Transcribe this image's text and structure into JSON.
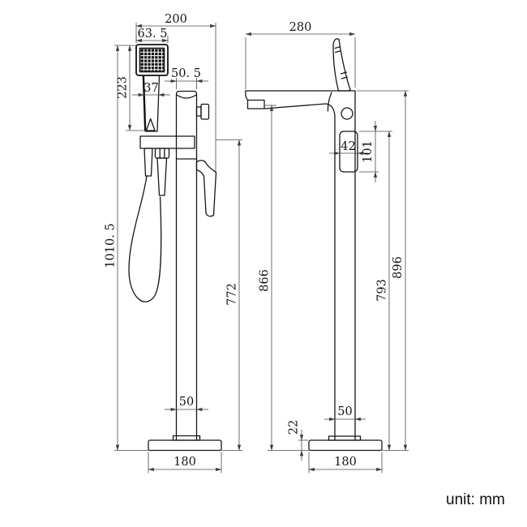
{
  "unit_note": "unit: mm",
  "views": {
    "left": {
      "dims": {
        "overall_depth": "200",
        "head_width": "63. 5",
        "shower_length": "223",
        "handle_width": "37",
        "body_width": "50. 5",
        "overall_height": "1010. 5",
        "riser_height": "772",
        "column_width": "50",
        "base_width": "180"
      }
    },
    "right": {
      "dims": {
        "spout_reach": "280",
        "outlet_height": "866",
        "holder_height": "793",
        "overall_height": "896",
        "holder_width": "42",
        "holder_slot_height": "101",
        "column_width": "50",
        "base_thickness": "22",
        "base_width": "180"
      }
    }
  },
  "colors": {
    "object_line": "#161616",
    "dimension_line": "#4a4a4a",
    "background": "#ffffff"
  }
}
